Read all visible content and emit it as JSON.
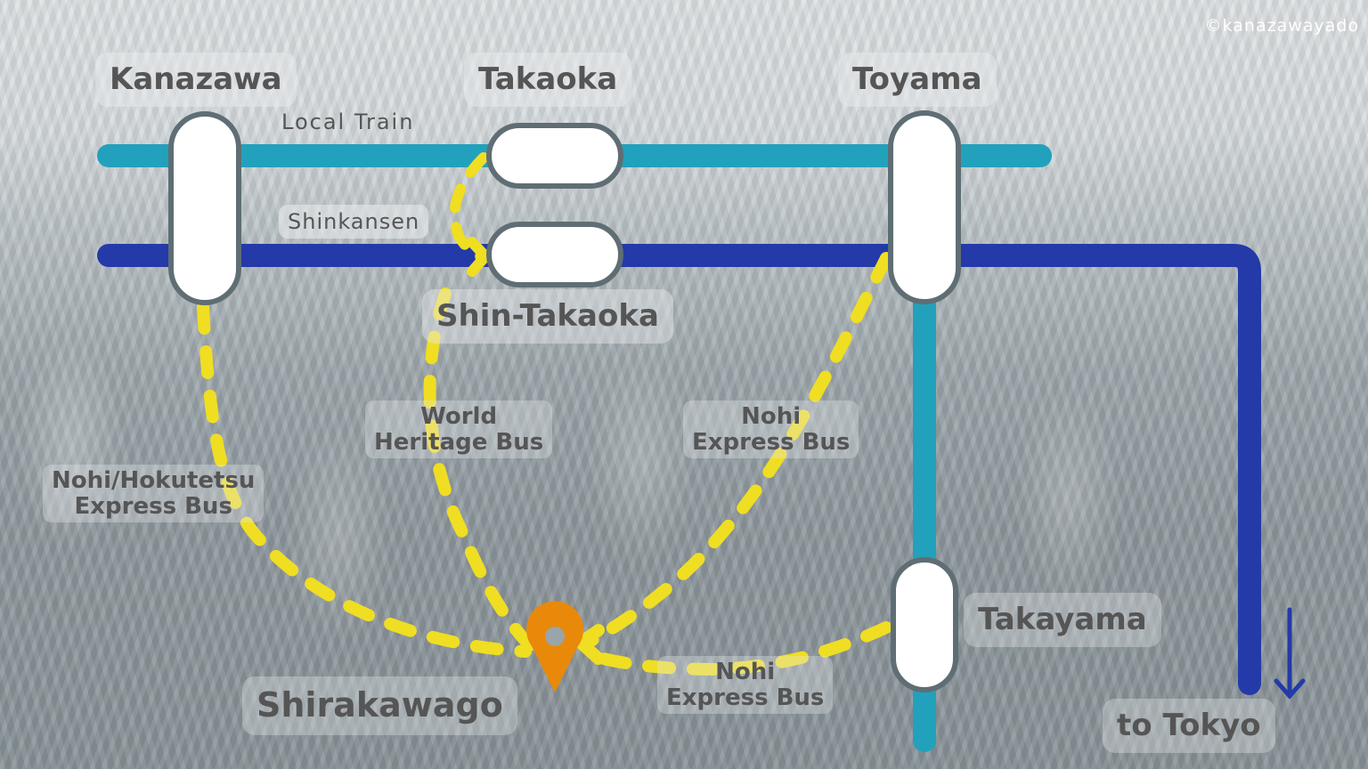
{
  "copyright": "©kanazawayado",
  "colors": {
    "local_train": "#22a1bc",
    "shinkansen": "#233aa8",
    "bus_route": "#f0de22",
    "station_border": "#5f6e74",
    "station_fill": "#ffffff",
    "destination_pin": "#e8890a",
    "label_text": "#555555"
  },
  "lines": {
    "local_train": "Local  Train",
    "shinkansen": "Shinkansen"
  },
  "stations": {
    "kanazawa": "Kanazawa",
    "takaoka": "Takaoka",
    "toyama": "Toyama",
    "shin_takaoka": "Shin-Takaoka",
    "takayama": "Takayama"
  },
  "destination": {
    "name": "Shirakawago",
    "icon": "map-pin-icon"
  },
  "direction": {
    "label": "to Tokyo",
    "icon": "arrow-down-icon"
  },
  "bus_routes": {
    "kanazawa_line1": "Nohi/Hokutetsu",
    "kanazawa_line2": "Express Bus",
    "shin_takaoka_line1": "World",
    "shin_takaoka_line2": "Heritage Bus",
    "toyama_line1": "Nohi",
    "toyama_line2": "Express Bus",
    "takayama_line1": "Nohi",
    "takayama_line2": "Express Bus"
  }
}
